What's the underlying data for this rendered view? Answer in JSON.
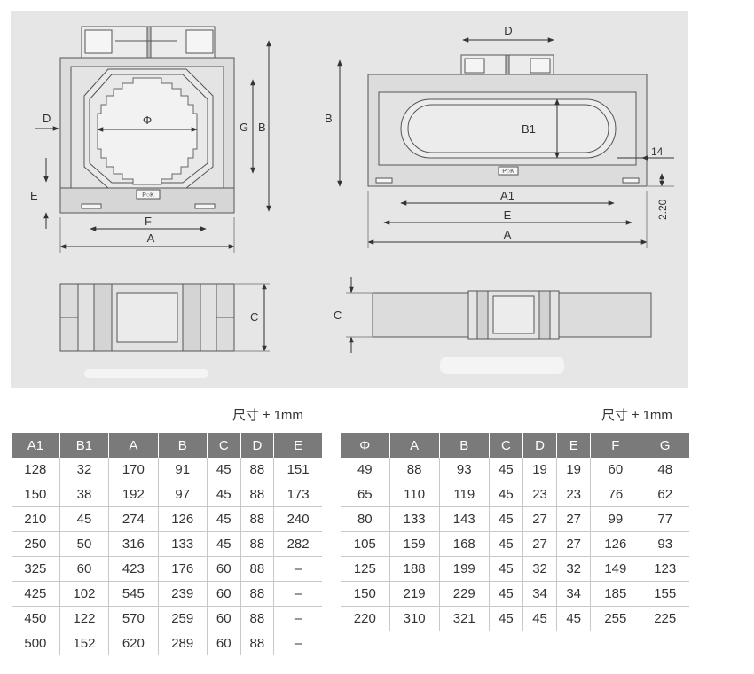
{
  "drawing": {
    "front_labels": {
      "D": "D",
      "E": "E",
      "F": "F",
      "A": "A",
      "G": "G",
      "B": "B",
      "phi": "Φ",
      "logo": "P○K"
    },
    "side_labels": {
      "D": "D",
      "B": "B",
      "B1": "B1",
      "A1": "A1",
      "E": "E",
      "A": "A",
      "dim14": "14",
      "dim220": "2.20",
      "logo": "P○K"
    },
    "front_bottom_labels": {
      "C": "C"
    },
    "side_bottom_labels": {
      "C": "C"
    }
  },
  "notes": {
    "left": "尺寸 ± 1mm",
    "right": "尺寸 ± 1mm"
  },
  "table_left": {
    "headers": [
      "A1",
      "B1",
      "A",
      "B",
      "C",
      "D",
      "E"
    ],
    "rows": [
      [
        "128",
        "32",
        "170",
        "91",
        "45",
        "88",
        "151"
      ],
      [
        "150",
        "38",
        "192",
        "97",
        "45",
        "88",
        "173"
      ],
      [
        "210",
        "45",
        "274",
        "126",
        "45",
        "88",
        "240"
      ],
      [
        "250",
        "50",
        "316",
        "133",
        "45",
        "88",
        "282"
      ],
      [
        "325",
        "60",
        "423",
        "176",
        "60",
        "88",
        "–"
      ],
      [
        "425",
        "102",
        "545",
        "239",
        "60",
        "88",
        "–"
      ],
      [
        "450",
        "122",
        "570",
        "259",
        "60",
        "88",
        "–"
      ],
      [
        "500",
        "152",
        "620",
        "289",
        "60",
        "88",
        "–"
      ]
    ]
  },
  "table_right": {
    "headers": [
      "Φ",
      "A",
      "B",
      "C",
      "D",
      "E",
      "F",
      "G"
    ],
    "rows": [
      [
        "49",
        "88",
        "93",
        "45",
        "19",
        "19",
        "60",
        "48"
      ],
      [
        "65",
        "110",
        "119",
        "45",
        "23",
        "23",
        "76",
        "62"
      ],
      [
        "80",
        "133",
        "143",
        "45",
        "27",
        "27",
        "99",
        "77"
      ],
      [
        "105",
        "159",
        "168",
        "45",
        "27",
        "27",
        "126",
        "93"
      ],
      [
        "125",
        "188",
        "199",
        "45",
        "32",
        "32",
        "149",
        "123"
      ],
      [
        "150",
        "219",
        "229",
        "45",
        "34",
        "34",
        "185",
        "155"
      ],
      [
        "220",
        "310",
        "321",
        "45",
        "45",
        "45",
        "255",
        "225"
      ]
    ]
  }
}
